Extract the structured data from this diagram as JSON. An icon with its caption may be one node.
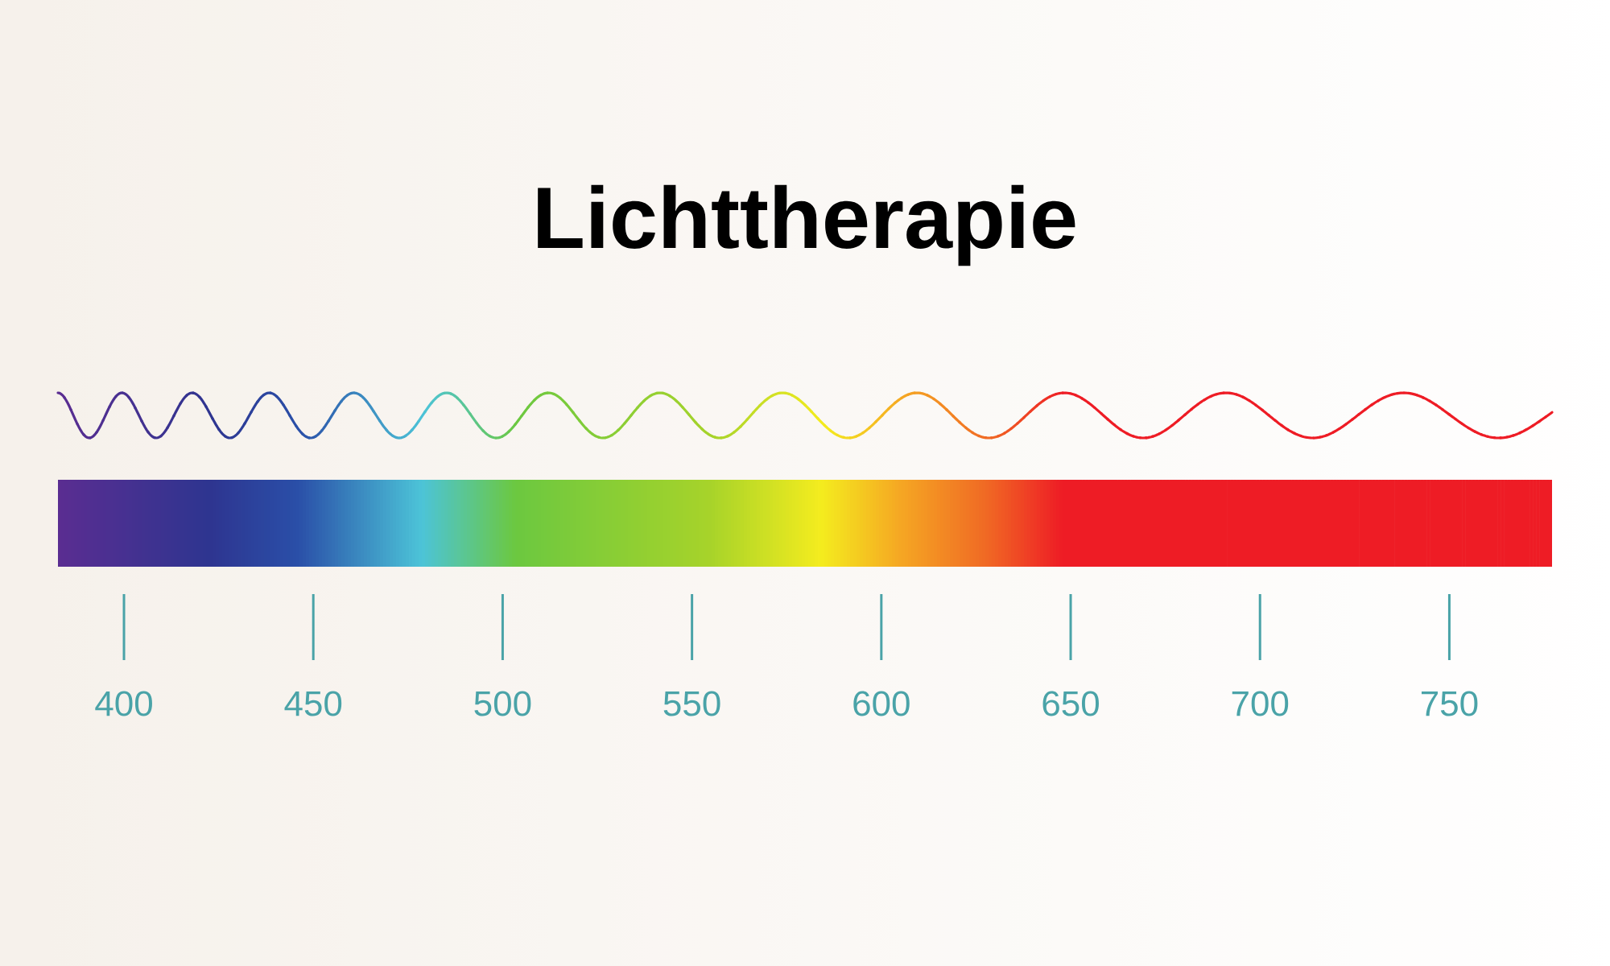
{
  "diagram": {
    "title": "Lichttherapie",
    "labels": [
      "400",
      "450",
      "500",
      "550",
      "600",
      "650",
      "700",
      "750"
    ]
  }
}
